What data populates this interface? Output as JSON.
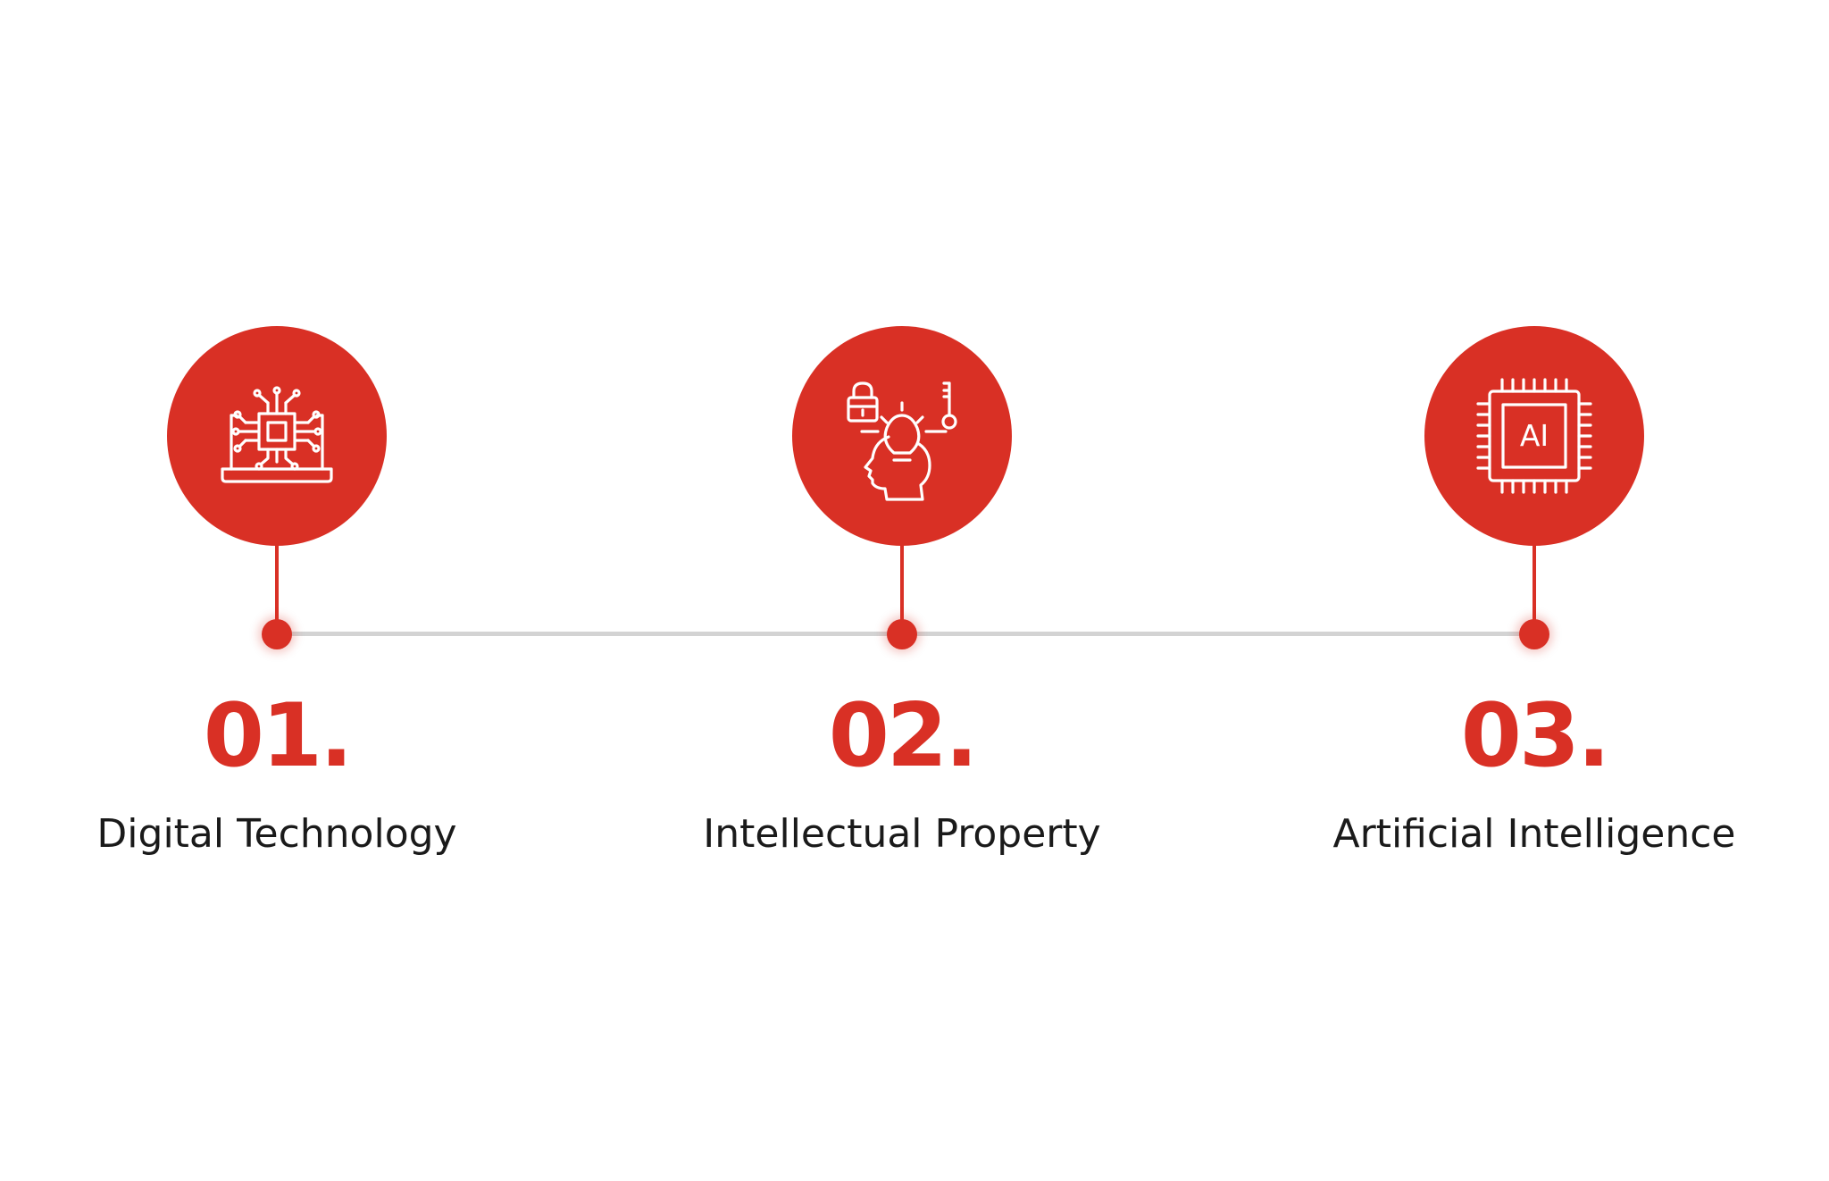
{
  "theme": {
    "accent": "#d93025",
    "line": "#d3d3d3",
    "text": "#1a1a1a"
  },
  "steps": [
    {
      "number": "01.",
      "label": "Digital Technology",
      "icon": "circuit-laptop-icon"
    },
    {
      "number": "02.",
      "label": "Intellectual Property",
      "icon": "idea-head-lock-key-icon"
    },
    {
      "number": "03.",
      "label": "Artificial Intelligence",
      "icon": "ai-chip-icon",
      "icon_text": "AI"
    }
  ]
}
